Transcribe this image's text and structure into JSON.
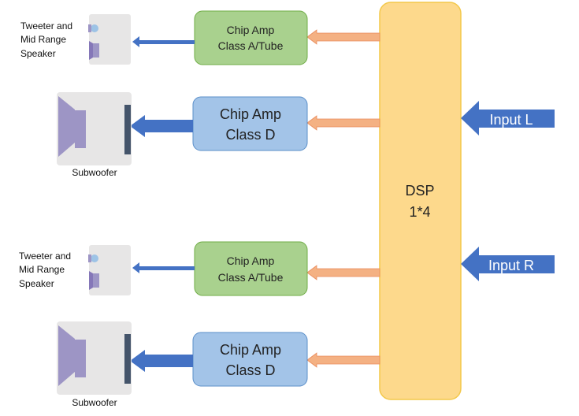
{
  "dsp": {
    "line1": "DSP",
    "line2": "1*4"
  },
  "inputs": {
    "left": "Input L",
    "right": "Input R"
  },
  "amp_chains": [
    {
      "amp_line1": "Chip Amp",
      "amp_line2": "Class A/Tube",
      "speaker": [
        "Tweeter and",
        "Mid Range",
        "Speaker"
      ]
    },
    {
      "amp_line1": "Chip Amp",
      "amp_line2": "Class D",
      "speaker": [
        "Subwoofer"
      ]
    },
    {
      "amp_line1": "Chip Amp",
      "amp_line2": "Class A/Tube",
      "speaker": [
        "Tweeter and",
        "Mid Range",
        "Speaker"
      ]
    },
    {
      "amp_line1": "Chip Amp",
      "amp_line2": "Class D",
      "speaker": [
        "Subwoofer"
      ]
    }
  ],
  "colors": {
    "dsp_fill": "#fdd98c",
    "dsp_stroke": "#f3c84a",
    "amp_green_fill": "#a9d18e",
    "amp_green_stroke": "#70ad47",
    "amp_blue_fill": "#a3c4e8",
    "amp_blue_stroke": "#5b8fc9",
    "signal_arrow": "#f4b183",
    "signal_arrow_stroke": "#e98a5b",
    "output_arrow": "#4472c4",
    "input_arrow": "#4472c4",
    "speaker_box": "#e7e6e6",
    "driver": "#9d95c5",
    "driver_dark": "#8577b8",
    "sub_bar": "#44546a"
  }
}
